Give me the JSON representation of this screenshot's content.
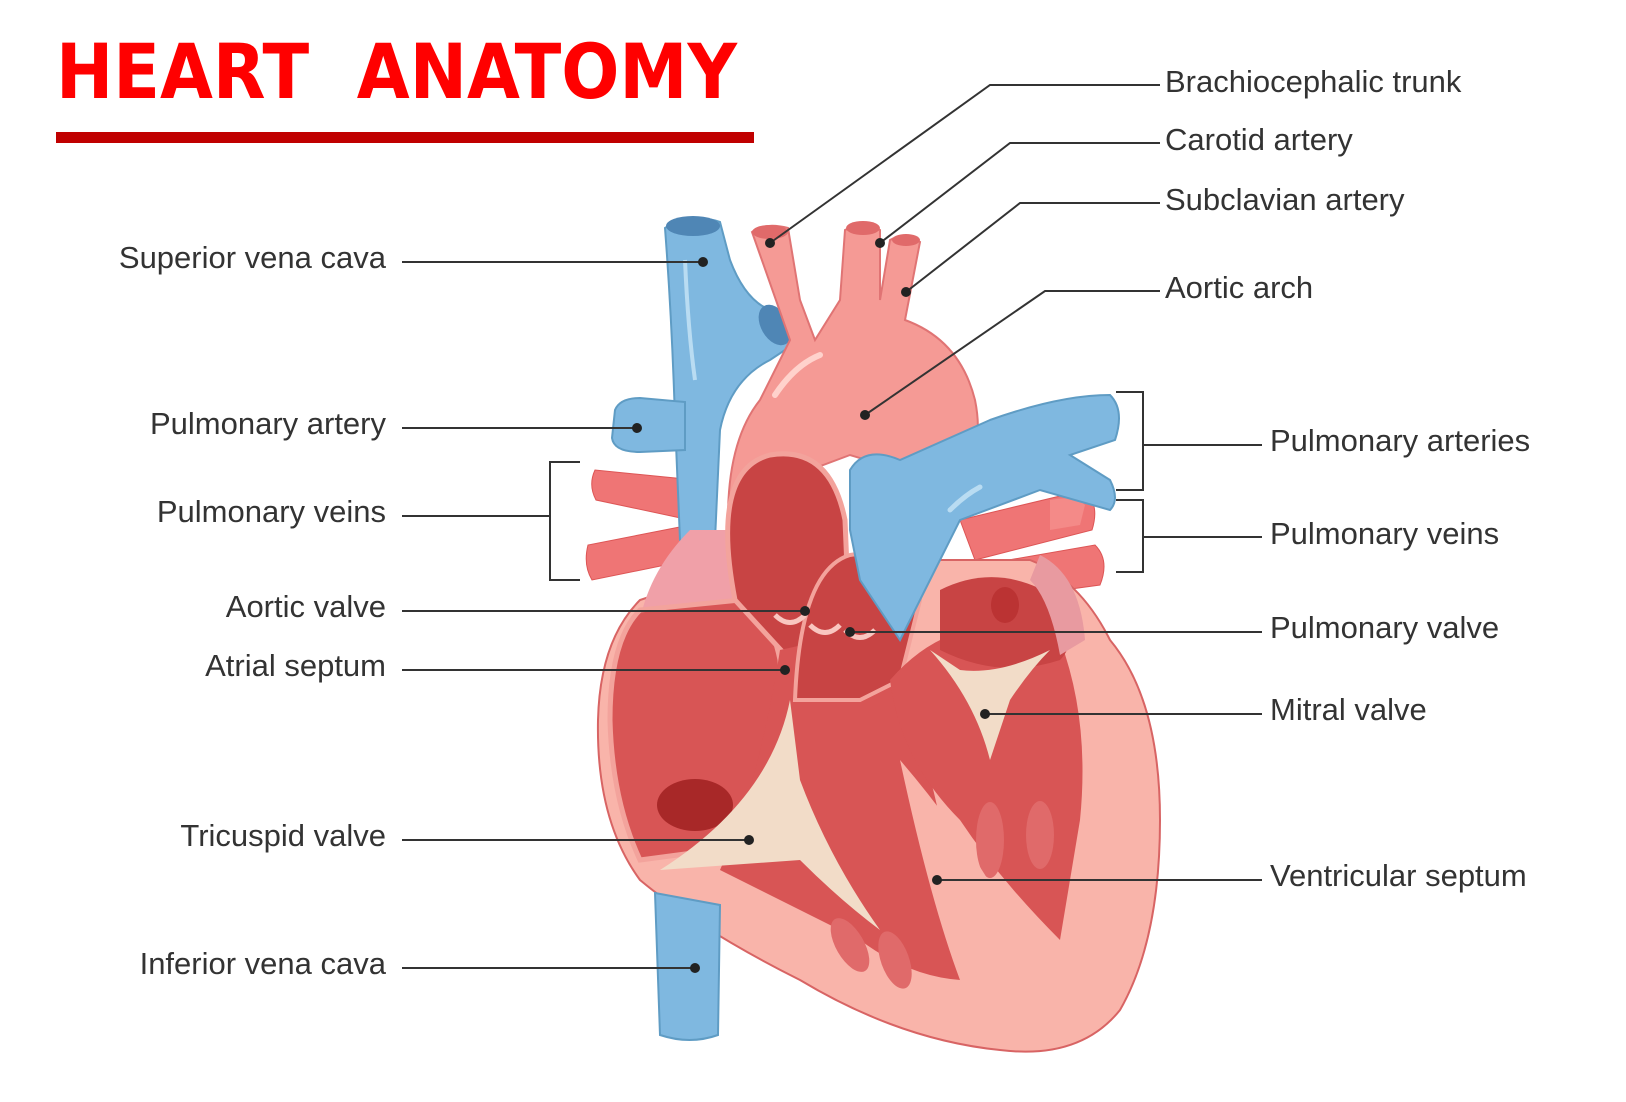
{
  "title": "HEART  ANATOMY",
  "colors": {
    "title": "#ff0000",
    "title_underline": "#c00000",
    "label_text": "#333333",
    "leader_line": "#333333",
    "vein_blue": "#7fb8e0",
    "vein_blue_dark": "#5f9cc4",
    "artery_pink": "#f59a95",
    "artery_red": "#ef7575",
    "muscle_red": "#d85555",
    "muscle_dark": "#b83a3a",
    "wall_pink": "#f9b4aa",
    "atrium_pink": "#f0a0a8",
    "valve_cream": "#f2dcc8"
  },
  "labels": {
    "left": [
      {
        "id": "superior-vena-cava",
        "text": "Superior vena cava"
      },
      {
        "id": "pulmonary-artery",
        "text": "Pulmonary artery"
      },
      {
        "id": "pulmonary-veins-left",
        "text": "Pulmonary veins"
      },
      {
        "id": "aortic-valve",
        "text": "Aortic valve"
      },
      {
        "id": "atrial-septum",
        "text": "Atrial septum"
      },
      {
        "id": "tricuspid-valve",
        "text": "Tricuspid valve"
      },
      {
        "id": "inferior-vena-cava",
        "text": "Inferior vena cava"
      }
    ],
    "right": [
      {
        "id": "brachiocephalic-trunk",
        "text": "Brachiocephalic trunk"
      },
      {
        "id": "carotid-artery",
        "text": "Carotid artery"
      },
      {
        "id": "subclavian-artery",
        "text": "Subclavian artery"
      },
      {
        "id": "aortic-arch",
        "text": "Aortic arch"
      },
      {
        "id": "pulmonary-arteries",
        "text": "Pulmonary arteries"
      },
      {
        "id": "pulmonary-veins-right",
        "text": "Pulmonary veins"
      },
      {
        "id": "pulmonary-valve",
        "text": "Pulmonary valve"
      },
      {
        "id": "mitral-valve",
        "text": "Mitral valve"
      },
      {
        "id": "ventricular-septum",
        "text": "Ventricular septum"
      }
    ]
  }
}
